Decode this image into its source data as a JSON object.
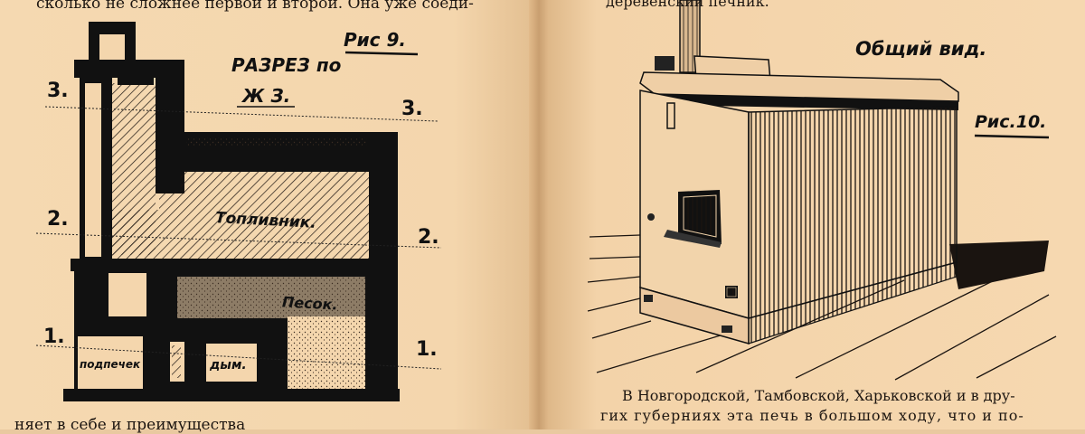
{
  "left_page": {
    "top_line": "сколько не сложнее первой и второй. Она уже соеди-",
    "bottom_line": "няет в себе и преимущества",
    "figure": {
      "caption": "Рис 9.",
      "title_line1": "РАЗРЕЗ по",
      "title_line2": "Ж З.",
      "levels": [
        "3.",
        "3.",
        "2.",
        "2.",
        "1.",
        "1."
      ],
      "firebox_label": "Топливник.",
      "sand_label": "Песок.",
      "underfloor_label": "подпечек",
      "smoke_label": "дым."
    }
  },
  "right_page": {
    "top_line": "деревенский печник.",
    "figure": {
      "title": "Общий вид.",
      "caption": "Рис.10."
    },
    "bottom_line1": "В Новгородской, Тамбовской, Харьковской и в дру-",
    "bottom_line2": "гих губерниях эта печь в большом ходу, что и по-"
  },
  "colors": {
    "paper": "#f4d6ad",
    "ink": "#111111"
  }
}
